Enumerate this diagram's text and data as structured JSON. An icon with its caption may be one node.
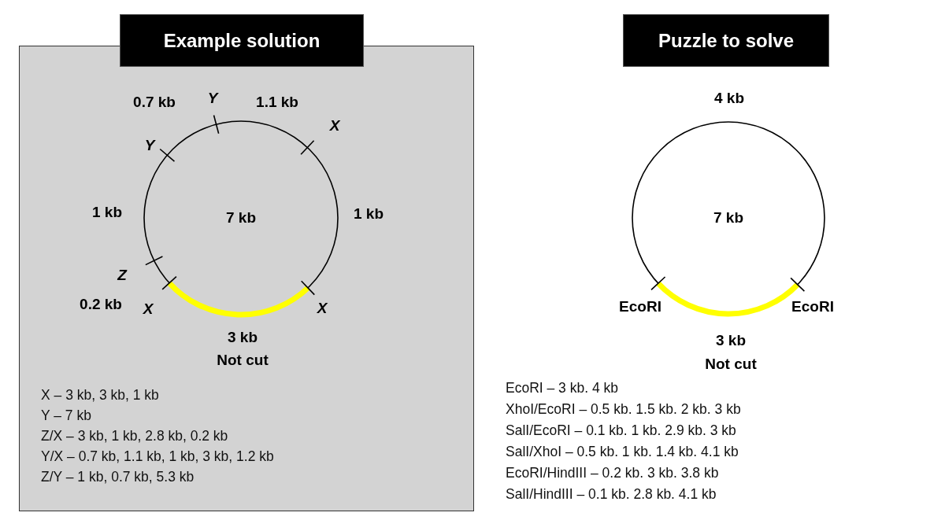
{
  "diagram": {
    "nodes": [
      {
        "text": [
          "Example solution"
        ]
      },
      {
        "text": [
          "7 kb"
        ],
        "beside": [
          "0.7 kb",
          "Y",
          "1.1 kb",
          "X",
          "Y",
          "1 kb",
          "1 kb",
          "Z",
          "0.2 kb",
          "X",
          "X",
          "3 kb",
          "Not cut"
        ]
      },
      {
        "text": [
          "Puzzle to solve"
        ]
      },
      {
        "text": [
          "7 kb"
        ],
        "beside": [
          "4 kb",
          "EcoRI",
          "EcoRI",
          "3 kb",
          "Not cut"
        ]
      }
    ],
    "labels": [
      "X – 3 kb, 3 kb, 1 kb",
      "Y – 7 kb",
      "Z/X – 3 kb, 1 kb, 2.8 kb, 0.2 kb",
      "Y/X – 0.7 kb, 1.1 kb, 1 kb, 3 kb, 1.2 kb",
      "Z/Y – 1 kb, 0.7 kb, 5.3 kb",
      "EcoRI – 3 kb. 4 kb",
      "XhoI/EcoRI – 0.5 kb. 1.5 kb. 2 kb. 3 kb",
      "SalI/EcoRI – 0.1 kb. 1 kb. 2.9 kb. 3 kb",
      "SalI/XhoI – 0.5 kb. 1 kb. 1.4 kb. 4.1 kb",
      "EcoRI/HindIII – 0.2 kb. 3 kb. 3.8 kb",
      "SalI/HindIII – 0.1 kb. 2.8 kb. 4.1 kb"
    ]
  }
}
